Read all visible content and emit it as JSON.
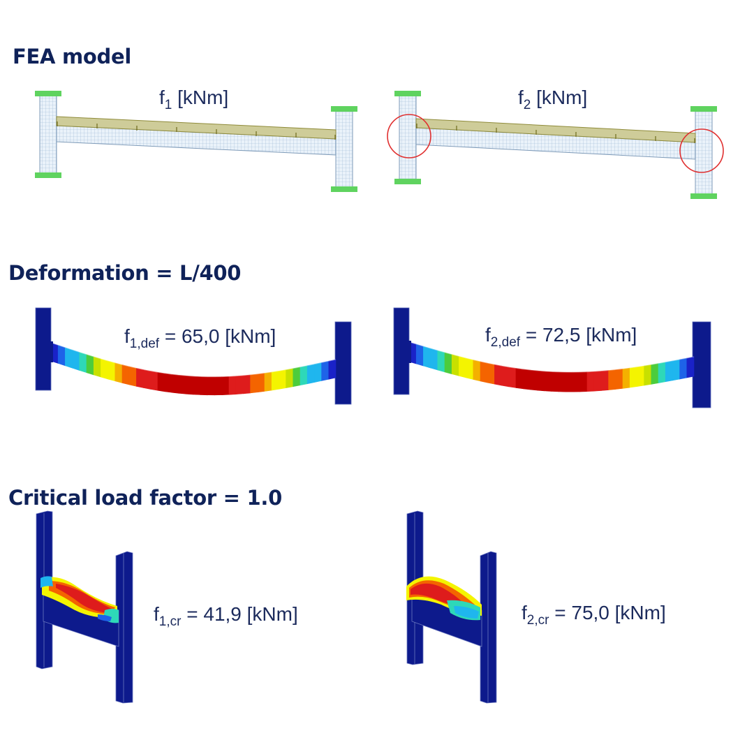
{
  "sections": {
    "fea": {
      "heading": "FEA model",
      "label_1": "f",
      "sub_1": "1",
      "unit_1": " [kNm]",
      "label_2": "f",
      "sub_2": "2",
      "unit_2": " [kNm]"
    },
    "deformation": {
      "heading": "Deformation = L/400",
      "label_1": "f",
      "sub_1": "1,def",
      "value_1": " = 65,0 [kNm]",
      "label_2": "f",
      "sub_2": "2,def",
      "value_2": " = 72,5 [kNm]"
    },
    "critical": {
      "heading": "Critical load factor = 1.0",
      "label_1": "f",
      "sub_1": "1,cr",
      "value_1": " = 41,9 [kNm]",
      "label_2": "f",
      "sub_2": "2,cr",
      "value_2": " = 75,0 [kNm]"
    }
  },
  "colors": {
    "heading": "#0f2259",
    "mesh": "#c9dcee",
    "support": "#5fd35f",
    "load": "#c9c68e",
    "highlight_circle": "#e03030",
    "deep_blue": "#0d1a8c",
    "contour": [
      "#1a22c8",
      "#1e63e8",
      "#1fb6ee",
      "#2ed8b8",
      "#4ccc3c",
      "#c8e000",
      "#f4f400",
      "#f4b000",
      "#f46400",
      "#de1c1c",
      "#c00000"
    ]
  }
}
